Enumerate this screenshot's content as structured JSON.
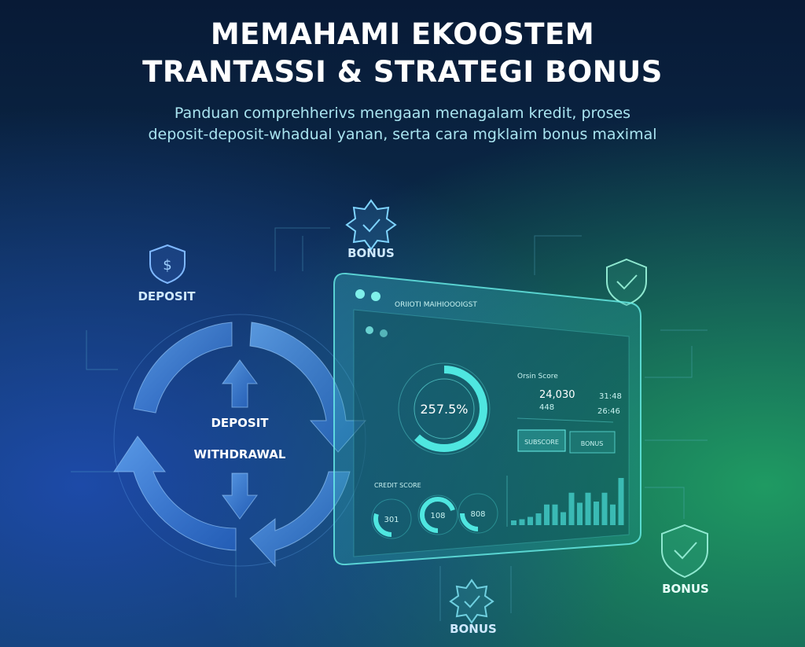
{
  "header": {
    "title_line1": "MEMAHAMI EKOOSTEM",
    "title_line2": "TRANTASSI & STRATEGI BONUS",
    "subtitle_line1": "Panduan comprehherivs mengaan menagalam kredit, proses",
    "subtitle_line2": "deposit-deposit-whadual yanan, serta cara mgklaim bonus maximal"
  },
  "cycle": {
    "label_top": "DEPOSIT",
    "label_bottom": "WITHDRAWAL"
  },
  "icons": [
    {
      "name": "shield-dollar-icon",
      "label": "DEPOSIT"
    },
    {
      "name": "star-check-badge-icon",
      "label": "BONUS"
    },
    {
      "name": "shield-check-icon",
      "label": ""
    },
    {
      "name": "shield-check-icon",
      "label": "BONUS"
    },
    {
      "name": "star-check-badge-icon",
      "label": "BONUS"
    }
  ],
  "dashboard": {
    "window_title": "ORIIOTI MAIHIOOOIGST",
    "main_gauge": {
      "value_text": "257.5%",
      "fill": 0.62
    },
    "score_title": "Orsin Score",
    "score_value": "24,030",
    "score_sub": "448",
    "side_value1": "31:48",
    "side_value2": "26:46",
    "button1": "SUBSCORE",
    "button2": "BONUS",
    "credit_title": "CREDIT SCORE",
    "small_gauges": [
      {
        "text": "301",
        "fill": 0.3
      },
      {
        "text": "108",
        "fill": 0.7
      },
      {
        "text": "808",
        "fill": 0.25
      }
    ],
    "bars": [
      0.08,
      0.1,
      0.14,
      0.2,
      0.35,
      0.35,
      0.22,
      0.55,
      0.38,
      0.55,
      0.4,
      0.55,
      0.35,
      0.8
    ],
    "accent": "#4fe6e0"
  }
}
